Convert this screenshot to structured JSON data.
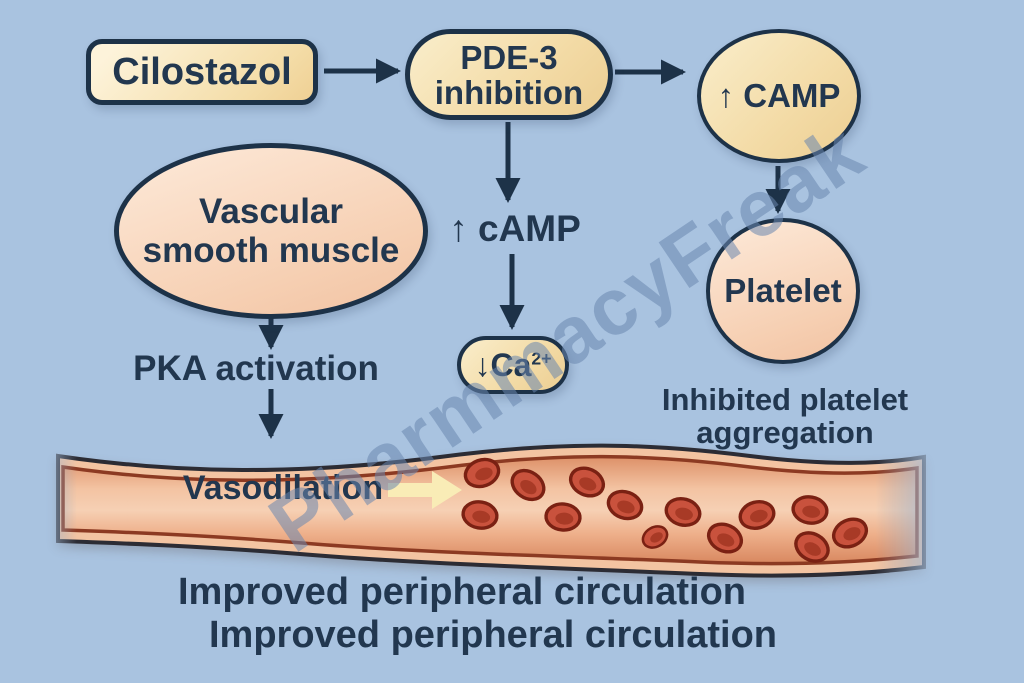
{
  "diagram": {
    "drug": "Cilostazol",
    "pde3_line1": "PDE-3",
    "pde3_line2": "inhibition",
    "camp_circle_label": "↑ CAMP",
    "vascular_line1": "Vascular",
    "vascular_line2": "smooth muscle",
    "camp_text_label": "↑ cAMP",
    "ca_label_prefix": "↓Ca",
    "ca_label_sup": "2+",
    "platelet_label": "Platelet",
    "pka_label": "PKA activation",
    "inhibited_line1": "Inhibited platelet",
    "inhibited_line2": "aggregation",
    "vasodilation_label": "Vasodilation",
    "caption_line1": "Improved peripheral circulation",
    "caption_line2": "Improved peripheral circulation"
  },
  "watermark": "PharmmacyFreak",
  "icons": {
    "right-arrow-icon": "solid navy connector arrow",
    "down-arrow-icon": "solid navy connector arrow",
    "block-arrow-right-icon": "cream flow arrow inside vessel",
    "red-blood-cell-icon": "red oval erythrocyte, 13 shown in vessel"
  },
  "colors": {
    "bg": "#a9c3e0",
    "navy": "#22374f",
    "line": "#1d3248",
    "cream-box": "#f6e0ae",
    "peach-shape": "#f8d4b8",
    "vessel-wall": "#f3c4a2",
    "vessel-wall-line": "#8c3a22",
    "vessel-lumen": "#eba87f",
    "rbc-fill": "#c9523d",
    "rbc-stroke": "#7a2113",
    "flow-arrow": "#f9ecb6"
  }
}
